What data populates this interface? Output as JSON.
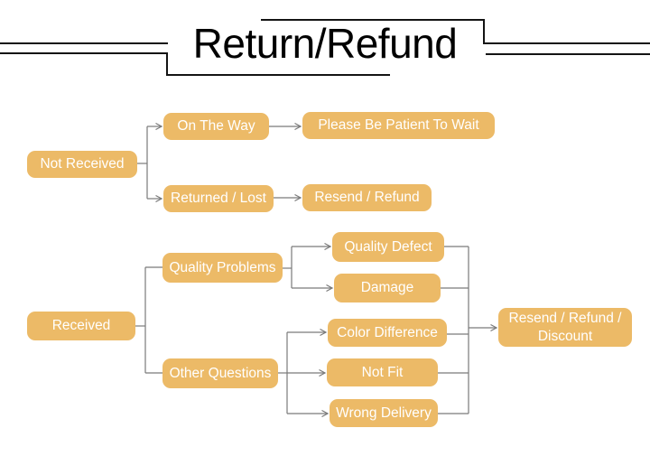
{
  "title": {
    "text": "Return/Refund"
  },
  "colors": {
    "node_fill": "#ecba67",
    "node_text": "#ffffff",
    "connector": "#7a7a7a",
    "frame": "#141414",
    "background": "#ffffff"
  },
  "nodes": [
    {
      "id": "not-received",
      "label": "Not Received"
    },
    {
      "id": "on-the-way",
      "label": "On The Way"
    },
    {
      "id": "please-be-patient",
      "label": "Please Be Patient To Wait"
    },
    {
      "id": "returned-lost",
      "label": "Returned / Lost"
    },
    {
      "id": "resend-refund",
      "label": "Resend / Refund"
    },
    {
      "id": "received",
      "label": "Received"
    },
    {
      "id": "quality-problems",
      "label": "Quality Problems"
    },
    {
      "id": "other-questions",
      "label": "Other Questions"
    },
    {
      "id": "quality-defect",
      "label": "Quality Defect"
    },
    {
      "id": "damage",
      "label": "Damage"
    },
    {
      "id": "color-difference",
      "label": "Color Difference"
    },
    {
      "id": "not-fit",
      "label": "Not Fit"
    },
    {
      "id": "wrong-delivery",
      "label": "Wrong Delivery"
    },
    {
      "id": "resend-refund-discount",
      "label": "Resend / Refund / Discount"
    }
  ],
  "edges": [
    {
      "from": "not-received",
      "to": "on-the-way",
      "arrow": true
    },
    {
      "from": "not-received",
      "to": "returned-lost",
      "arrow": true
    },
    {
      "from": "on-the-way",
      "to": "please-be-patient",
      "arrow": true
    },
    {
      "from": "returned-lost",
      "to": "resend-refund",
      "arrow": true
    },
    {
      "from": "received",
      "to": "quality-problems",
      "arrow": false
    },
    {
      "from": "received",
      "to": "other-questions",
      "arrow": false
    },
    {
      "from": "quality-problems",
      "to": "quality-defect",
      "arrow": true
    },
    {
      "from": "quality-problems",
      "to": "damage",
      "arrow": true
    },
    {
      "from": "other-questions",
      "to": "color-difference",
      "arrow": true
    },
    {
      "from": "other-questions",
      "to": "not-fit",
      "arrow": true
    },
    {
      "from": "other-questions",
      "to": "wrong-delivery",
      "arrow": true
    },
    {
      "from": "quality-defect",
      "to": "resend-refund-discount",
      "arrow": true
    },
    {
      "from": "damage",
      "to": "resend-refund-discount",
      "arrow": true
    },
    {
      "from": "color-difference",
      "to": "resend-refund-discount",
      "arrow": true
    },
    {
      "from": "not-fit",
      "to": "resend-refund-discount",
      "arrow": true
    },
    {
      "from": "wrong-delivery",
      "to": "resend-refund-discount",
      "arrow": true
    }
  ]
}
